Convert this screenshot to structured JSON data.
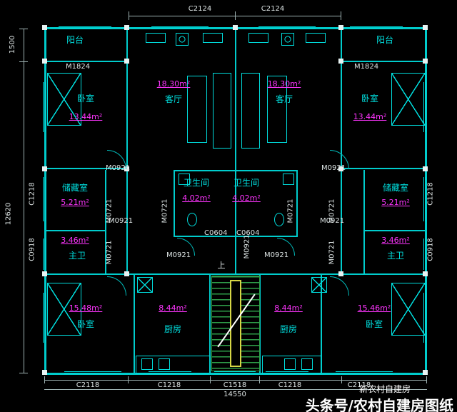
{
  "dims": {
    "c2124_left": "C2124",
    "c2124_right": "C2124",
    "h1500": "1500",
    "h12620": "12620",
    "side_c1218_left": "C1218",
    "side_c0918_left": "C0918",
    "side_c1218_right": "C1218",
    "side_c0918_right": "C0918",
    "bottom_c2118_left": "C2118",
    "bottom_c1218_left": "C1218",
    "bottom_c1518": "C1518",
    "bottom_c1218_right": "C1218",
    "bottom_c2118_right": "C2118",
    "bottom_total": "14550"
  },
  "codes": {
    "m1824_left": "M1824",
    "m1824_right": "M1824",
    "m0921_tl": "M0921",
    "m0921_tr": "M0921",
    "m0921_ml": "M0921",
    "m0921_mr": "M0921",
    "m0921_bl": "M0921",
    "m0921_br": "M0921",
    "m0921_stair": "M0921",
    "m0721_l1": "M0721",
    "m0721_l2": "M0721",
    "m0721_l3": "M0721",
    "m0721_r1": "M0721",
    "m0721_r2": "M0721",
    "m0721_r3": "M0721",
    "c0604_left": "C0604",
    "c0604_right": "C0604"
  },
  "rooms": {
    "balcony_left": {
      "name": "阳台"
    },
    "balcony_right": {
      "name": "阳台"
    },
    "living_left": {
      "name": "客厅",
      "area": "18.30m²"
    },
    "living_right": {
      "name": "客厅",
      "area": "18.30m²"
    },
    "bedroom_tl": {
      "name": "卧室",
      "area": "13.44m²"
    },
    "bedroom_tr": {
      "name": "卧室",
      "area": "13.44m²"
    },
    "storage_left": {
      "name": "储藏室",
      "area": "5.21m²"
    },
    "storage_right": {
      "name": "储藏室",
      "area": "5.21m²"
    },
    "bath_left": {
      "name": "卫生间",
      "area": "4.02m²"
    },
    "bath_right": {
      "name": "卫生间",
      "area": "4.02m²"
    },
    "master_bath_left": {
      "name": "主卫",
      "area": "3.46m²"
    },
    "master_bath_right": {
      "name": "主卫",
      "area": "3.46m²"
    },
    "bedroom_bl": {
      "name": "卧室",
      "area": "15.48m²"
    },
    "bedroom_br": {
      "name": "卧室",
      "area": "15.46m²"
    },
    "kitchen_left": {
      "name": "厨房",
      "area": "8.44m²"
    },
    "kitchen_right": {
      "name": "厨房",
      "area": "8.44m²"
    }
  },
  "stairs": {
    "up_label": "上"
  },
  "footer": {
    "plan_name": "新农村自建房",
    "watermark": "头条号/农村自建房图纸"
  }
}
